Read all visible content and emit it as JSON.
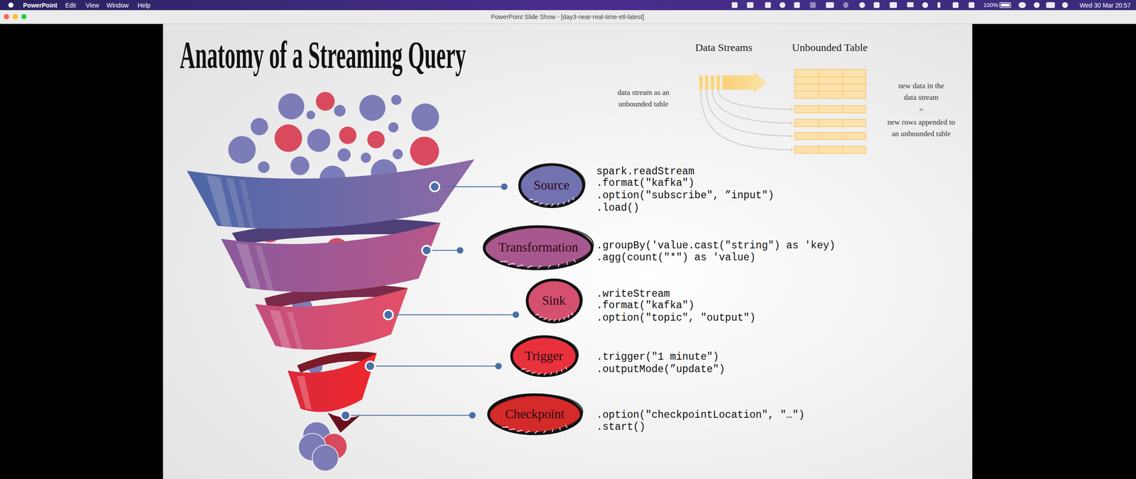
{
  "diagram": {
    "title": "Anatomy of a Streaming Query",
    "nodes": [
      {
        "text": [
          "Source"
        ]
      },
      {
        "text": [
          "Transformation"
        ]
      },
      {
        "text": [
          "Sink"
        ]
      },
      {
        "text": [
          "Trigger"
        ]
      },
      {
        "text": [
          "Checkpoint"
        ]
      }
    ],
    "labels": [
      "PowerPoint",
      "Edit",
      "View",
      "Window",
      "Help",
      "100%",
      "Wed 30 Mar 20:57",
      "PowerPoint Slide Show - [day3-near-real-time-etl-latest]",
      "Data Streams",
      "Unbounded Table",
      "data stream as an",
      "unbounded table",
      "new data in the",
      "data stream",
      "=",
      "new rows appended to",
      "an unbounded table",
      "spark.readStream",
      ".format(\"kafka\")",
      ".option(\"subscribe\", ”input\")",
      ".load()",
      ".groupBy('value.cast(\"string\") as 'key)",
      ".agg(count(\"*\") as 'value)",
      ".writeStream",
      ".format(\"kafka\")",
      ".option(\"topic\", \"output\")",
      ".trigger(\"1 minute\")",
      ".outputMode(”update\")",
      ".option(\"checkpointLocation\", \"…\")",
      ".start()"
    ]
  }
}
